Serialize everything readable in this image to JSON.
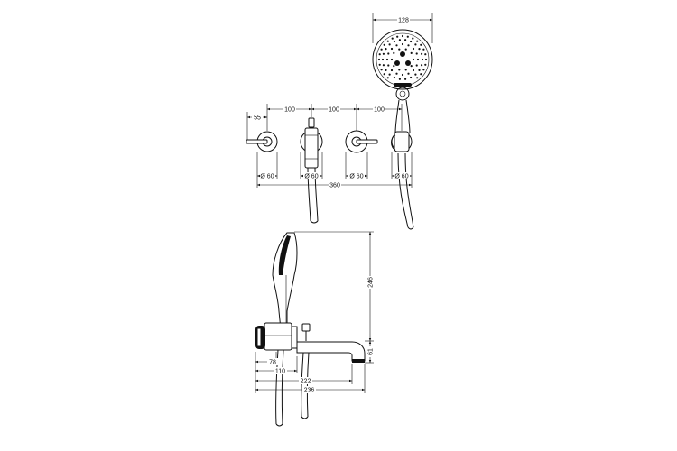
{
  "dimensions_top": {
    "head_width": "128",
    "offset_55": "55",
    "spacing_1": "100",
    "spacing_2": "100",
    "spacing_3": "100",
    "dia_1": "Ø 60",
    "dia_2": "Ø 60",
    "dia_3": "Ø 60",
    "dia_4": "Ø 60",
    "overall_width": "360"
  },
  "dimensions_side": {
    "height_246": "246",
    "height_61": "61",
    "depth_78": "78",
    "depth_110": "110",
    "spout_222": "222",
    "spout_236": "236"
  }
}
